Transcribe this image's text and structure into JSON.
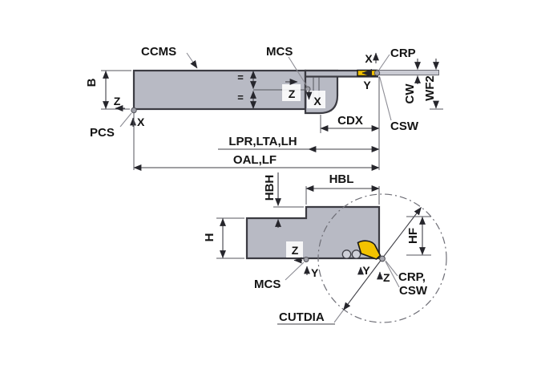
{
  "diagram_title": "tool holder dimension diagram",
  "colors": {
    "body_fill": "#b8bac4",
    "body_stroke": "#3b3b42",
    "insert_fill": "#f3c301",
    "dim_line": "#3f3f46",
    "leader_line": "#8c8c94",
    "background": "#ffffff"
  },
  "side_view": {
    "ccms": "CCMS",
    "mcs": "MCS",
    "crp": "CRP",
    "csw": "CSW",
    "pcs": "PCS",
    "cdx": "CDX",
    "b": "B",
    "cw": "CW",
    "wf2": "WF2",
    "lpr_lta_lh": "LPR,LTA,LH",
    "oal_lf": "OAL,LF",
    "eq_top": "=",
    "eq_bottom": "=",
    "axis_z_pcs": "Z",
    "axis_x_pcs": "X",
    "axis_z_mcs": "Z",
    "axis_x_mcs": "X",
    "axis_x_tip": "X",
    "axis_y_tip": "Y"
  },
  "top_view": {
    "hbh": "HBH",
    "hbl": "HBL",
    "h": "H",
    "hf": "HF",
    "mcs": "MCS",
    "cutdia": "CUTDIA",
    "crp_line": "CRP,",
    "csw_line": "CSW",
    "axis_z_mcs": "Z",
    "axis_y_mcs": "Y",
    "axis_y_tip": "Y",
    "axis_z_tip": "Z"
  }
}
